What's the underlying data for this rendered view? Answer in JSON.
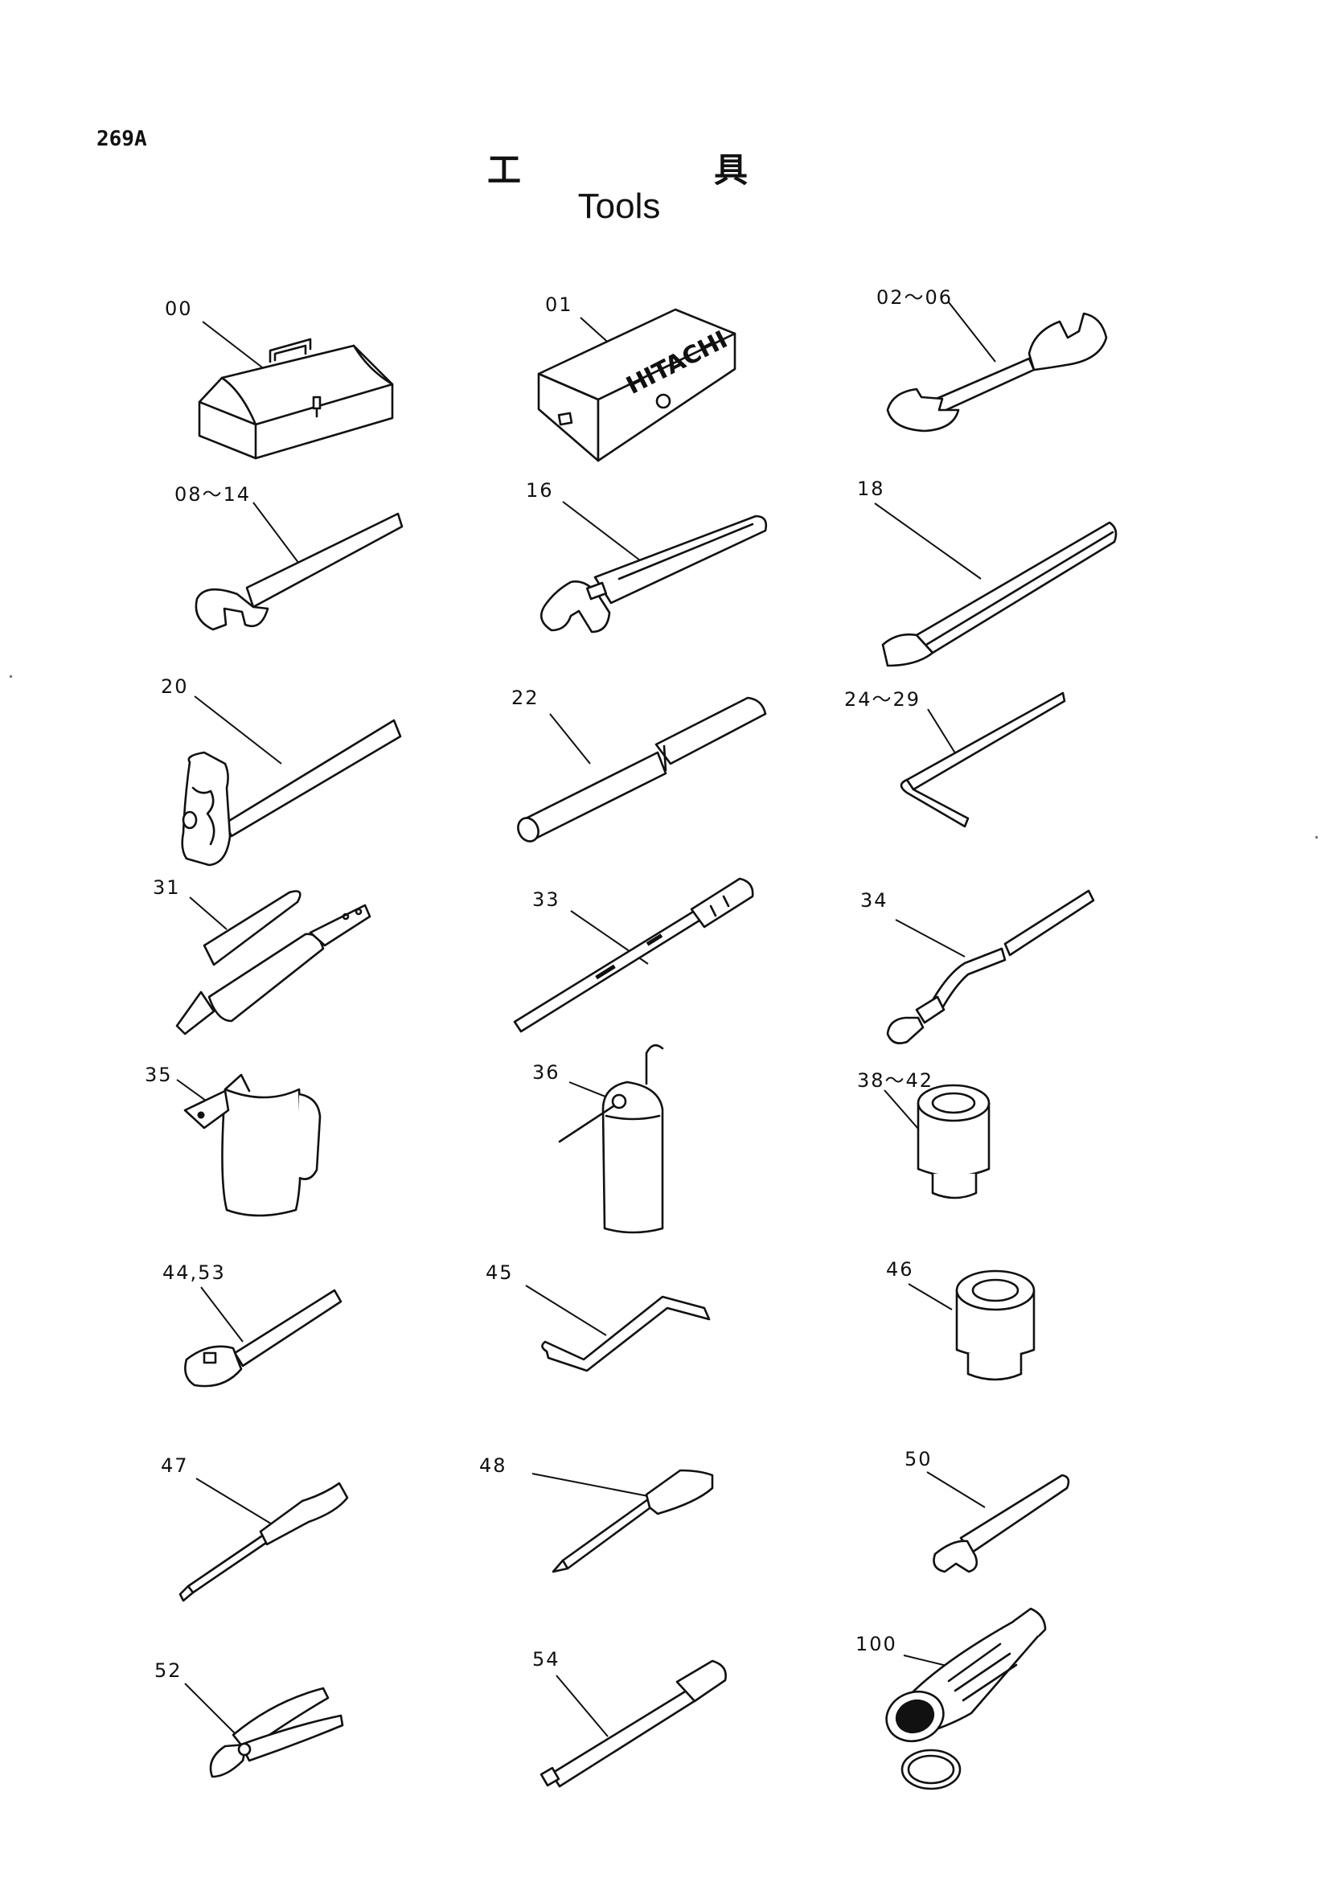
{
  "page_code": "269A",
  "title_jp": [
    "工",
    "具"
  ],
  "title_en": "Tools",
  "items": {
    "toolbox": {
      "label": "00",
      "icon": "toolbox-icon"
    },
    "hitachi_box": {
      "label": "01",
      "icon": "tool-case-icon",
      "brand": "HITACHI"
    },
    "double_wrench": {
      "label": "02～06",
      "icon": "double-open-end-wrench-icon"
    },
    "single_wrench": {
      "label": "08～14",
      "icon": "single-open-end-wrench-icon"
    },
    "adjustable_wrench": {
      "label": "16",
      "icon": "adjustable-wrench-icon"
    },
    "bar": {
      "label": "18",
      "icon": "pry-bar-icon"
    },
    "hammer": {
      "label": "20",
      "icon": "hammer-icon"
    },
    "pipe": {
      "label": "22",
      "icon": "pipe-icon"
    },
    "hex_key": {
      "label": "24～29",
      "icon": "hex-key-icon"
    },
    "grease_gun": {
      "label": "31",
      "icon": "grease-gun-icon"
    },
    "extension_rod": {
      "label": "33",
      "icon": "extension-rod-icon"
    },
    "nozzle_pipe": {
      "label": "34",
      "icon": "nozzle-pipe-icon"
    },
    "oil_pitcher": {
      "label": "35",
      "icon": "oil-pitcher-icon"
    },
    "oil_bottle": {
      "label": "36",
      "icon": "oil-bottle-icon"
    },
    "socket_a": {
      "label": "38～42",
      "icon": "socket-icon"
    },
    "ratchet": {
      "label": "44,53",
      "icon": "ratchet-handle-icon"
    },
    "bent_bar": {
      "label": "45",
      "icon": "bent-bar-icon"
    },
    "socket_b": {
      "label": "46",
      "icon": "socket-icon"
    },
    "screwdriver_flat": {
      "label": "47",
      "icon": "flat-screwdriver-icon"
    },
    "screwdriver_phillips": {
      "label": "48",
      "icon": "phillips-screwdriver-icon"
    },
    "small_wrench": {
      "label": "50",
      "icon": "small-adjustable-wrench-icon"
    },
    "pliers": {
      "label": "52",
      "icon": "pliers-icon"
    },
    "socket_extension": {
      "label": "54",
      "icon": "socket-extension-icon"
    },
    "flashlight": {
      "label": "100",
      "icon": "flashlight-icon"
    }
  }
}
